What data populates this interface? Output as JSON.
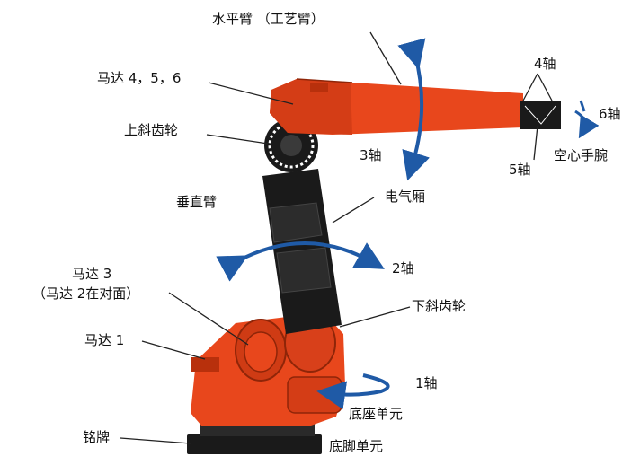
{
  "labels": {
    "horizontal_arm": "水平臂 （工艺臂）",
    "motors_456": "马达 4，5，6",
    "upper_bevel_gear": "上斜齿轮",
    "vertical_arm": "垂直臂",
    "motor_3": "马达 3",
    "motor_2_opposite": "（马达 2在对面）",
    "motor_1": "马达 1",
    "nameplate": "铭牌",
    "axis_4": "4轴",
    "axis_6": "6轴",
    "axis_5": "5轴",
    "hollow_wrist": "空心手腕",
    "axis_3": "3轴",
    "electrical_compartment": "电气厢",
    "axis_2": "2轴",
    "lower_bevel_gear": "下斜齿轮",
    "axis_1": "1轴",
    "base_unit": "底座单元",
    "foot_unit": "底脚单元"
  },
  "colors": {
    "arm_orange": "#e8471c",
    "arm_dark": "#b8300c",
    "body_black": "#1a1a1a",
    "arrow_blue": "#1f5aa6",
    "leader": "#222222"
  }
}
